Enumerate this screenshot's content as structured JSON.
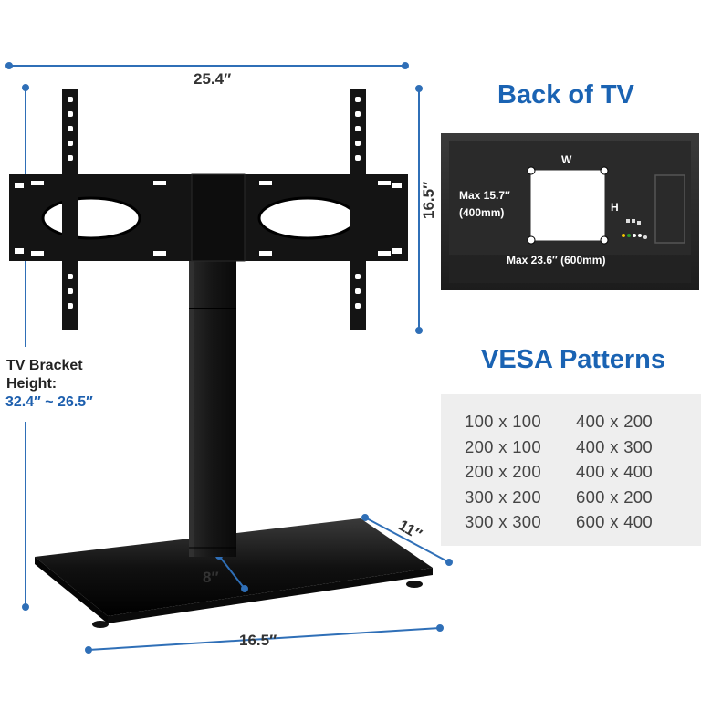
{
  "back_of_tv": {
    "title": "Back of TV",
    "w_label": "W",
    "h_label": "H",
    "max_height": "Max 15.7″",
    "max_height_mm": "(400mm)",
    "max_width": "Max 23.6″ (600mm)"
  },
  "dimensions": {
    "bracket_width": "25.4″",
    "bracket_height": "16.5″",
    "base_width": "16.5″",
    "base_depth": "11″",
    "pillar_depth": "8″"
  },
  "tv_bracket_height": {
    "label_line1": "TV Bracket",
    "label_line2": "Height:",
    "range": "32.4″ ~ 26.5″"
  },
  "vesa": {
    "title": "VESA Patterns",
    "left_column": [
      "100 x 100",
      "200 x 100",
      "200 x 200",
      "300 x 200",
      "300 x 300"
    ],
    "right_column": [
      "400 x 200",
      "400 x 300",
      "400 x 400",
      "600 x 200",
      "600 x 400"
    ]
  },
  "colors": {
    "accent_blue": "#1a63b3",
    "dimension_line": "#2f6fb7",
    "product_black": "#151515",
    "table_bg": "#eeeeee"
  }
}
